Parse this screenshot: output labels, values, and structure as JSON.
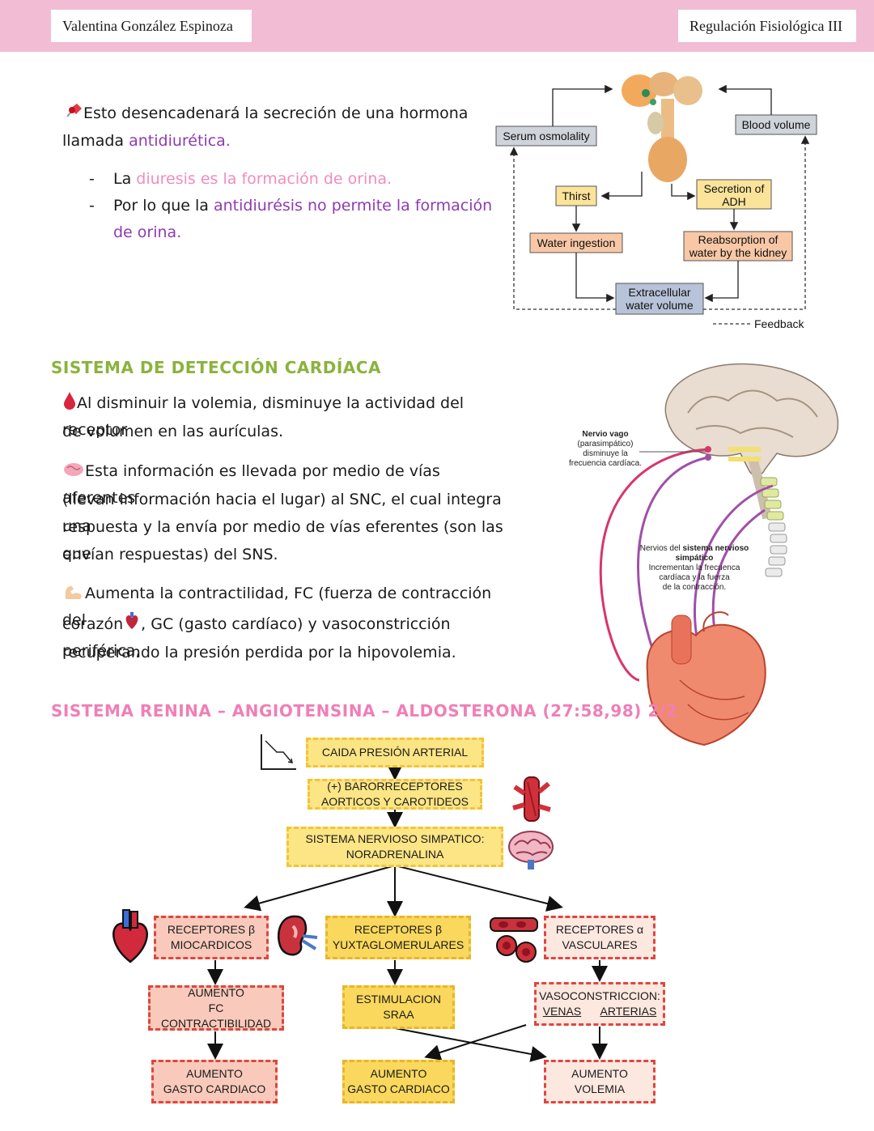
{
  "header": {
    "author": "Valentina González Espinoza",
    "course": "Regulación Fisiológica III"
  },
  "intro": {
    "line1": "Esto desencadenará la secreción de una hormona",
    "line2_prefix": "llamada ",
    "line2_highlight": "antidiurética.",
    "bullet1_prefix": "La ",
    "bullet1_highlight": "diuresis es la formación de orina.",
    "bullet2_prefix": "Por lo que la ",
    "bullet2_highlight_a": "antidiurésis no permite la formación",
    "bullet2_highlight_b": "de orina."
  },
  "adh_diagram": {
    "serum": "Serum osmolality",
    "blood": "Blood volume",
    "thirst": "Thirst",
    "secretion_a": "Secretion of",
    "secretion_b": "ADH",
    "water": "Water ingestion",
    "reabs_a": "Reabsorption of",
    "reabs_b": "water by the kidney",
    "ecf_a": "Extracellular",
    "ecf_b": "water volume",
    "feedback": "Feedback"
  },
  "cardiac": {
    "title": "SISTEMA DE DETECCIÓN CARDÍACA",
    "p1a": "Al disminuir la volemia, disminuye la actividad del receptor",
    "p1b": "de volumen en las aurículas.",
    "p2a": "Esta información es llevada por medio de vías aferentes",
    "p2b": "(llevan información hacia el lugar) al SNC, el cual integra una",
    "p2c": "respuesta y la envía por medio de vías eferentes (son las que",
    "p2d": "envían respuestas) del SNS.",
    "p3a": "Aumenta la contractilidad, FC (fuerza de contracción del",
    "p3b": "corazón",
    "p3c": ", GC (gasto cardíaco) y vasoconstricción periférica,",
    "p3d": "recuperando la presión perdida por la hipovolemia."
  },
  "heart_figure": {
    "vago_1": "Nervio vago",
    "vago_2": "(parasimpático)",
    "vago_3": "disminuye la",
    "vago_4": "frecuencia cardíaca.",
    "sns_1a": "Nervios del ",
    "sns_1b": "sistema nervioso",
    "sns_2": "simpático",
    "sns_3": "Incrementan la frecuenca",
    "sns_4": "cardíaca y la fuerza",
    "sns_5": "de la contracción."
  },
  "raas": {
    "title": "SISTEMA RENINA – ANGIOTENSINA – ALDOSTERONA (27:58,98) 2/2",
    "caida": "CAIDA PRESIÓN ARTERIAL",
    "baro_a": "(+) BARORRECEPTORES",
    "baro_b": "AORTICOS Y CAROTIDEOS",
    "sns_a": "SISTEMA NERVIOSO SIMPATICO:",
    "sns_b": "NORADRENALINA",
    "rb1_a": "RECEPTORES β",
    "rb1_b": "MIOCARDICOS",
    "rb2_a": "RECEPTORES β",
    "rb2_b": "YUXTAGLOMERULARES",
    "ra_a": "RECEPTORES α",
    "ra_b": "VASCULARES",
    "aum_a": "AUMENTO",
    "aum_b": "FC",
    "aum_c": "CONTRACTIBILIDAD",
    "estim_a": "ESTIMULACION",
    "estim_b": "SRAA",
    "vaso_a": "VASOCONSTRICCION:",
    "vaso_b": "VENAS",
    "vaso_c": "ARTERIAS",
    "gc1_a": "AUMENTO",
    "gc1_b": "GASTO CARDIACO",
    "gc2_a": "AUMENTO",
    "gc2_b": "GASTO CARDIACO",
    "vol_a": "AUMENTO",
    "vol_b": "VOLEMIA"
  },
  "icons": [
    "pushpin-icon",
    "blood-drop-icon",
    "brain-icon",
    "flexed-arm-icon",
    "heart-icon",
    "blood-vessel-icon",
    "kidney-icon",
    "red-cells-icon",
    "trend-down-icon"
  ],
  "colors": {
    "header": "#f1bcd4",
    "purple": "#8e3bb0",
    "pink": "#f08cbf",
    "green": "#8ab33c",
    "title_pink": "#f07fb6"
  }
}
